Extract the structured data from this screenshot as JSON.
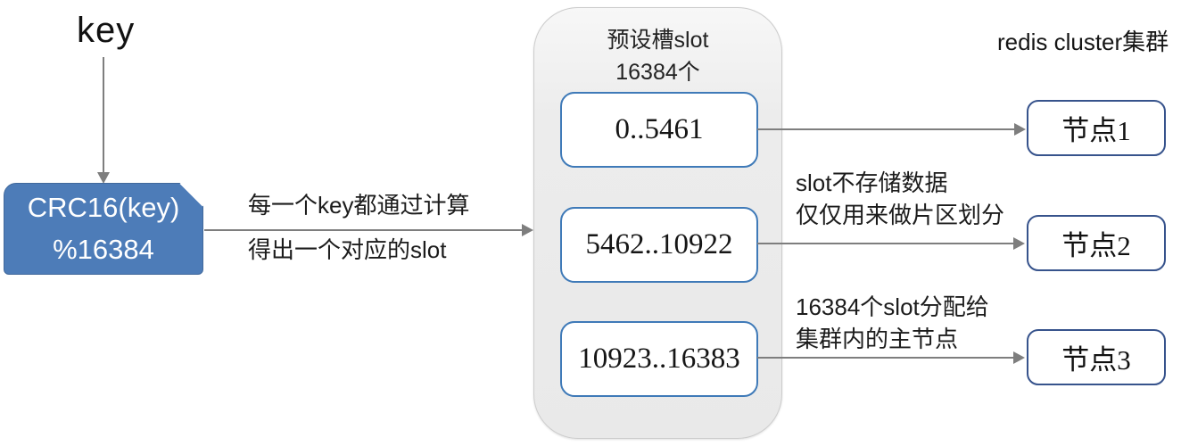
{
  "diagram": {
    "key_label": "key",
    "crc_box": {
      "line1": "CRC16(key)",
      "line2": "%16384"
    },
    "calc_note": [
      "每一个key都通过计算",
      "得出一个对应的slot"
    ],
    "slot_container": {
      "title_line1": "预设槽slot",
      "title_line2": "16384个",
      "slots": [
        "0..5461",
        "5462..10922",
        "10923..16383"
      ]
    },
    "slot_note_1": [
      "slot不存储数据",
      "仅仅用来做片区划分"
    ],
    "slot_note_2": [
      "16384个slot分配给",
      "集群内的主节点"
    ],
    "cluster_label": "redis cluster集群",
    "nodes": [
      "节点1",
      "节点2",
      "节点3"
    ],
    "colors": {
      "crc_fill": "#4d7cb8",
      "slot_border": "#3f7ab8",
      "node_border": "#37538c",
      "container_fill": "#ebebeb",
      "arrow": "#7e7e7e"
    }
  }
}
